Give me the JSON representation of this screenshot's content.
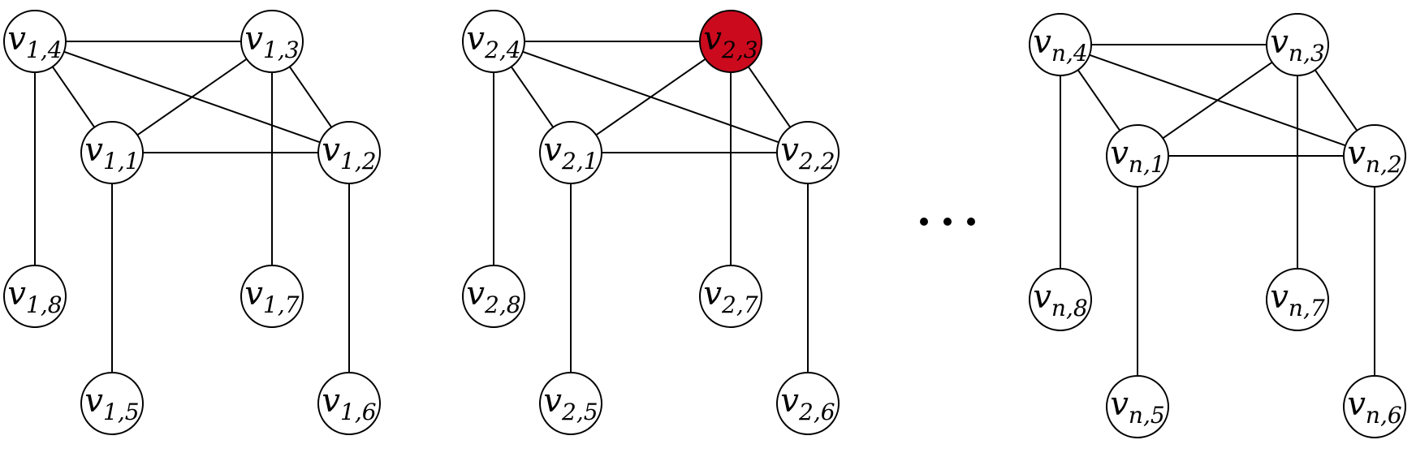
{
  "colors": {
    "node_fill": "#ffffff",
    "highlight_fill": "#cc0a1e",
    "stroke": "#000000"
  },
  "ellipsis": "...",
  "graphs": [
    {
      "id": "1",
      "nodes": [
        {
          "key": "4",
          "base": "v",
          "sub": "1,4",
          "fill": "default"
        },
        {
          "key": "3",
          "base": "v",
          "sub": "1,3",
          "fill": "default"
        },
        {
          "key": "1",
          "base": "v",
          "sub": "1,1",
          "fill": "default"
        },
        {
          "key": "2",
          "base": "v",
          "sub": "1,2",
          "fill": "default"
        },
        {
          "key": "8",
          "base": "v",
          "sub": "1,8",
          "fill": "default"
        },
        {
          "key": "7",
          "base": "v",
          "sub": "1,7",
          "fill": "default"
        },
        {
          "key": "5",
          "base": "v",
          "sub": "1,5",
          "fill": "default"
        },
        {
          "key": "6",
          "base": "v",
          "sub": "1,6",
          "fill": "default"
        }
      ]
    },
    {
      "id": "2",
      "nodes": [
        {
          "key": "4",
          "base": "v",
          "sub": "2,4",
          "fill": "default"
        },
        {
          "key": "3",
          "base": "v",
          "sub": "2,3",
          "fill": "highlight"
        },
        {
          "key": "1",
          "base": "v",
          "sub": "2,1",
          "fill": "default"
        },
        {
          "key": "2",
          "base": "v",
          "sub": "2,2",
          "fill": "default"
        },
        {
          "key": "8",
          "base": "v",
          "sub": "2,8",
          "fill": "default"
        },
        {
          "key": "7",
          "base": "v",
          "sub": "2,7",
          "fill": "default"
        },
        {
          "key": "5",
          "base": "v",
          "sub": "2,5",
          "fill": "default"
        },
        {
          "key": "6",
          "base": "v",
          "sub": "2,6",
          "fill": "default"
        }
      ]
    },
    {
      "id": "n",
      "nodes": [
        {
          "key": "4",
          "base": "v",
          "sub": "n,4",
          "fill": "default"
        },
        {
          "key": "3",
          "base": "v",
          "sub": "n,3",
          "fill": "default"
        },
        {
          "key": "1",
          "base": "v",
          "sub": "n,1",
          "fill": "default"
        },
        {
          "key": "2",
          "base": "v",
          "sub": "n,2",
          "fill": "default"
        },
        {
          "key": "8",
          "base": "v",
          "sub": "n,8",
          "fill": "default"
        },
        {
          "key": "7",
          "base": "v",
          "sub": "n,7",
          "fill": "default"
        },
        {
          "key": "5",
          "base": "v",
          "sub": "n,5",
          "fill": "default"
        },
        {
          "key": "6",
          "base": "v",
          "sub": "n,6",
          "fill": "default"
        }
      ]
    }
  ],
  "edges": [
    [
      "4",
      "3"
    ],
    [
      "4",
      "1"
    ],
    [
      "4",
      "2"
    ],
    [
      "3",
      "1"
    ],
    [
      "3",
      "2"
    ],
    [
      "1",
      "2"
    ],
    [
      "4",
      "8"
    ],
    [
      "3",
      "7"
    ],
    [
      "1",
      "5"
    ],
    [
      "2",
      "6"
    ]
  ]
}
